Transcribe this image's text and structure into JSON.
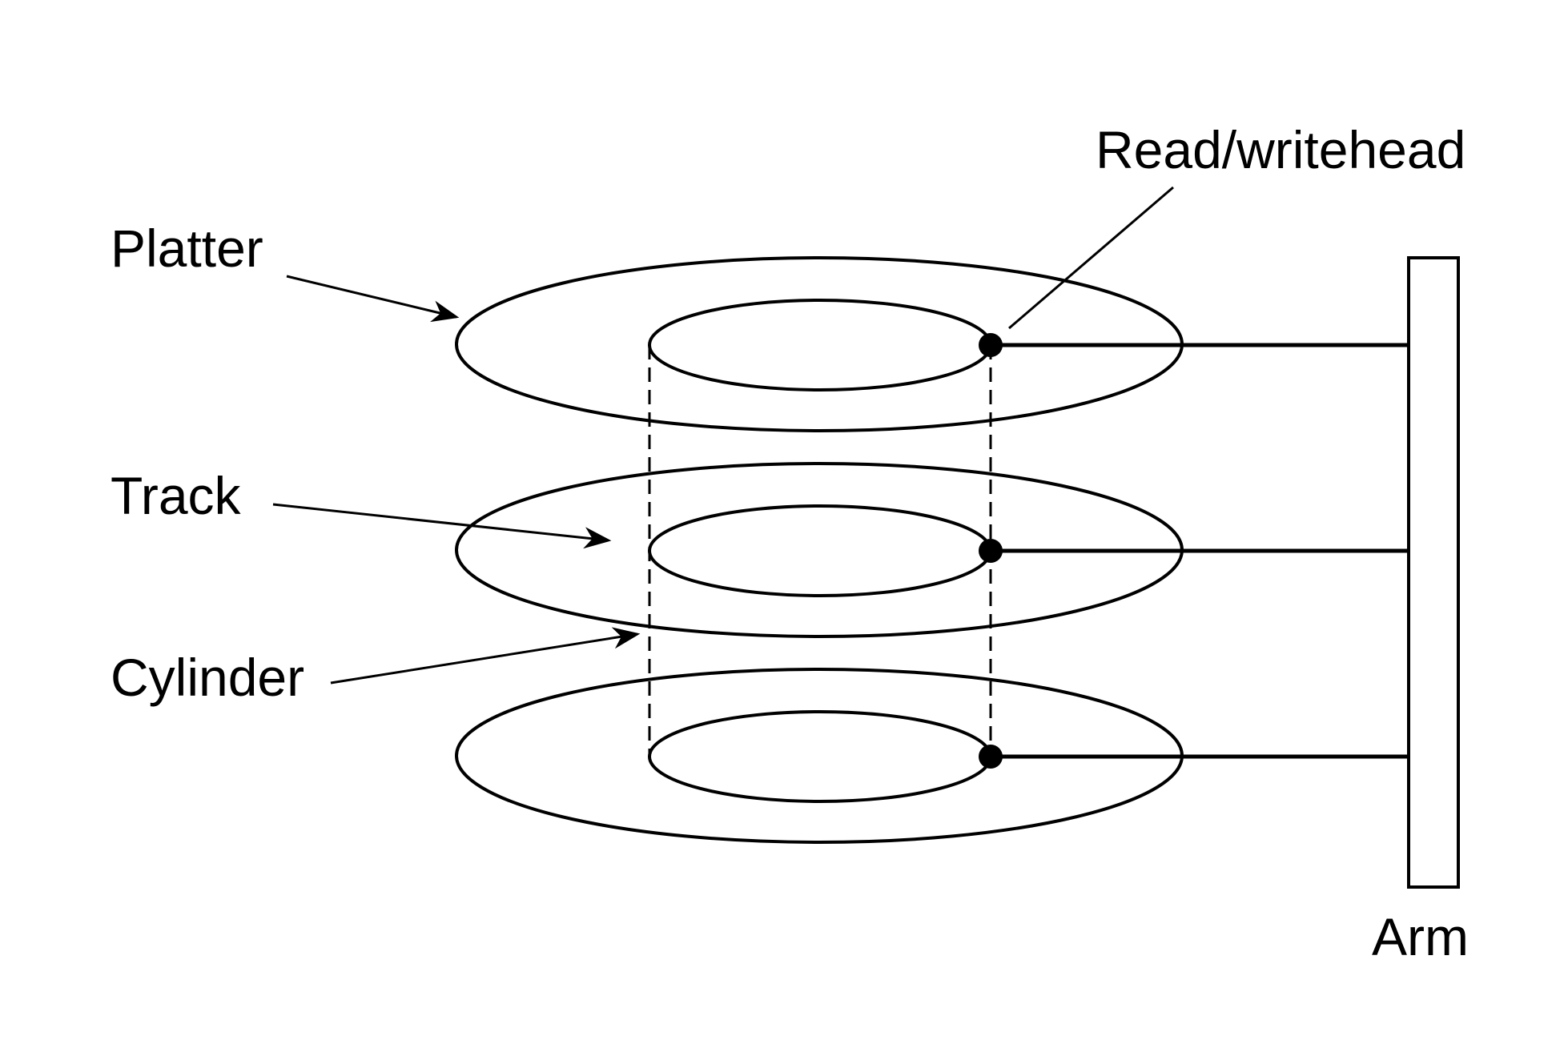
{
  "labels": {
    "platter": "Platter",
    "track": "Track",
    "cylinder": "Cylinder",
    "read_write_head": "Read/writehead",
    "arm": "Arm"
  },
  "colors": {
    "background": "#ffffff",
    "ink": "#000000"
  }
}
